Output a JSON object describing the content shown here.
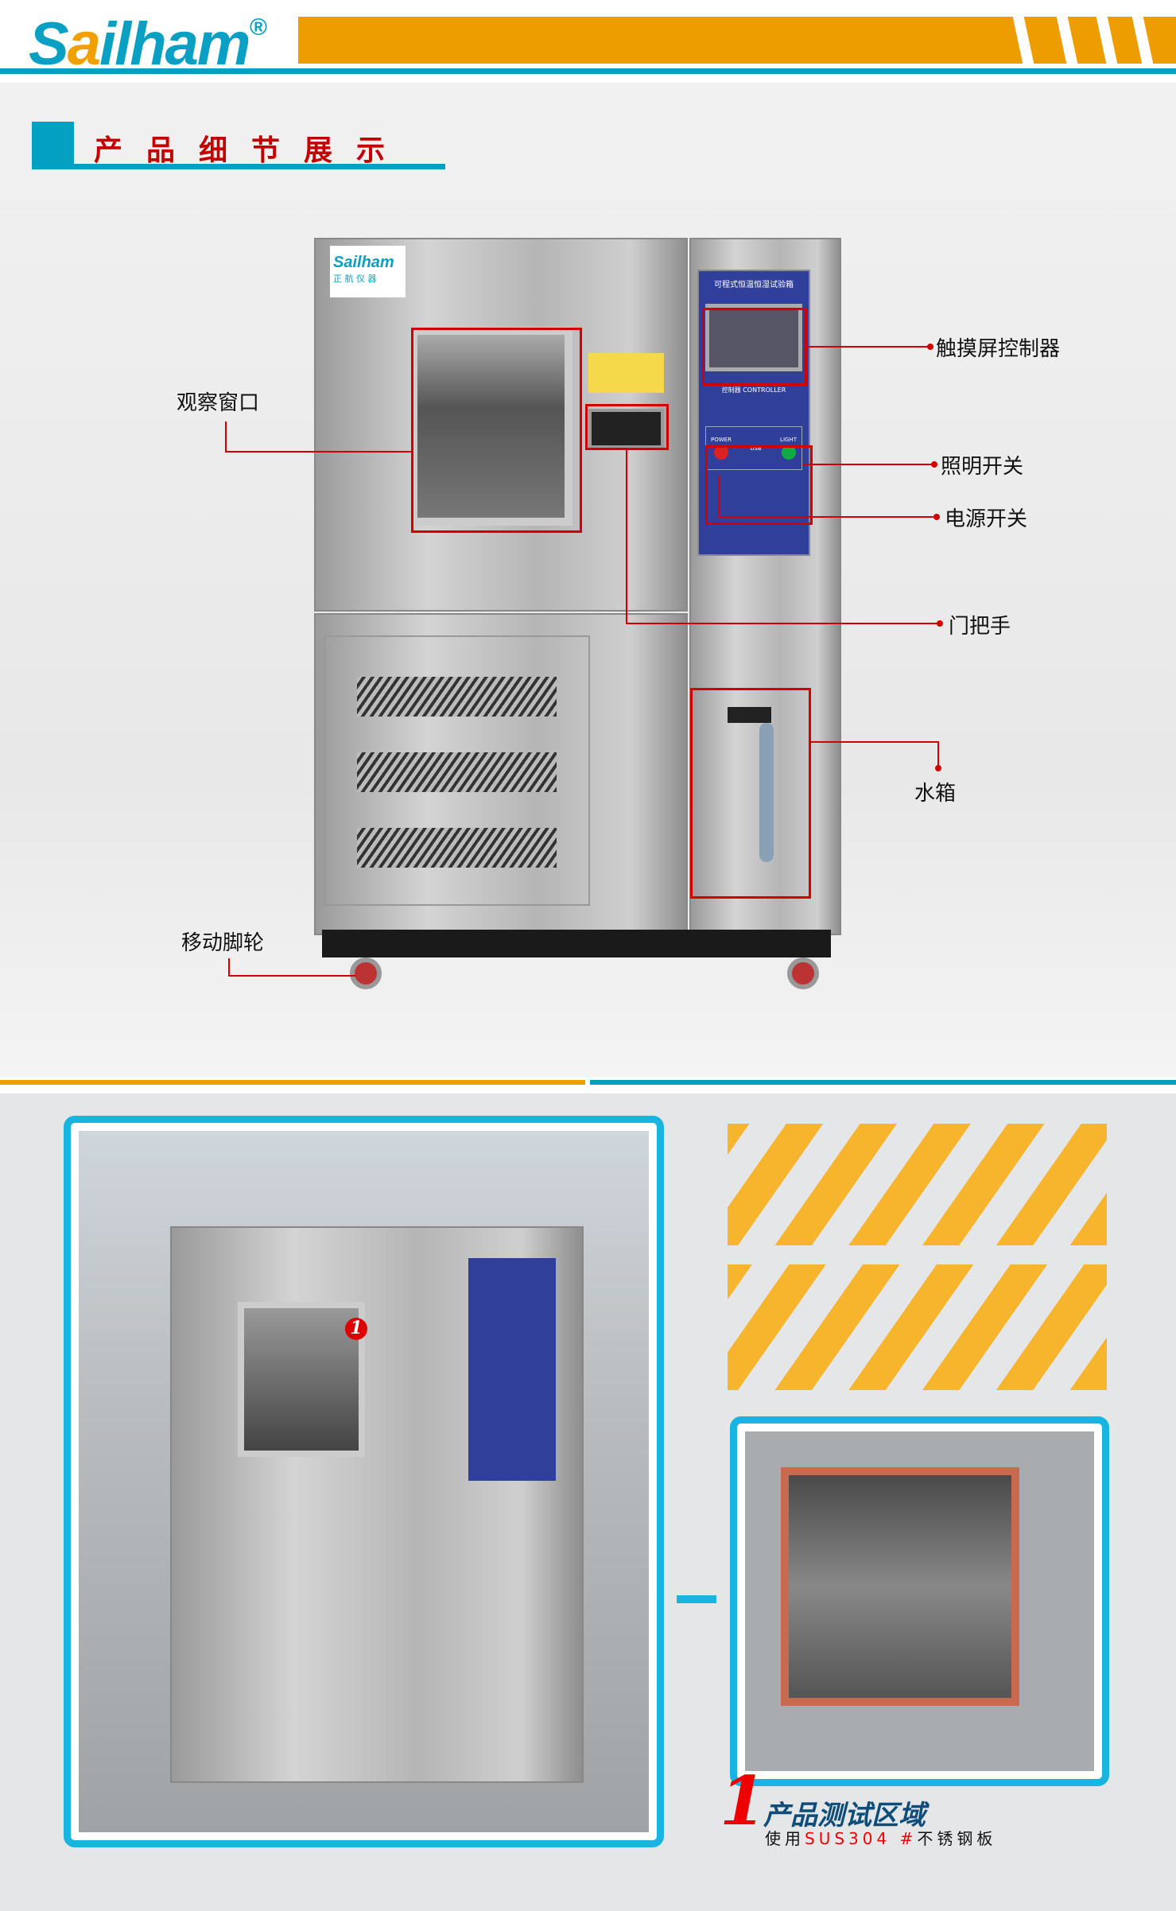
{
  "brand": {
    "logo_text_s": "S",
    "logo_text_a": "a",
    "logo_text_rest": "ilham",
    "registered": "®",
    "accent_orange": "#ee9d00",
    "accent_teal": "#04a0c2"
  },
  "section1": {
    "title": "产品细节展示",
    "labels": {
      "window": "观察窗口",
      "touch_controller": "触摸屏控制器",
      "light_switch": "照明开关",
      "power_switch": "电源开关",
      "door_handle": "门把手",
      "water_tank": "水箱",
      "casters": "移动脚轮"
    },
    "machine": {
      "logo": "Sailham",
      "logo_cn": "正 航 仪 器",
      "panel_title": "可程式恒温恒湿试验箱",
      "controller": "控制器 CONTROLLER",
      "power": "POWER",
      "usb": "USB",
      "light": "LIGHT"
    }
  },
  "section2": {
    "badge_number": "1",
    "caption_title": "产品测试区域",
    "caption_prefix": "使用",
    "caption_material": "SUS304",
    "caption_hash": "#",
    "caption_suffix": "不锈钢板",
    "caption_number": "1"
  }
}
